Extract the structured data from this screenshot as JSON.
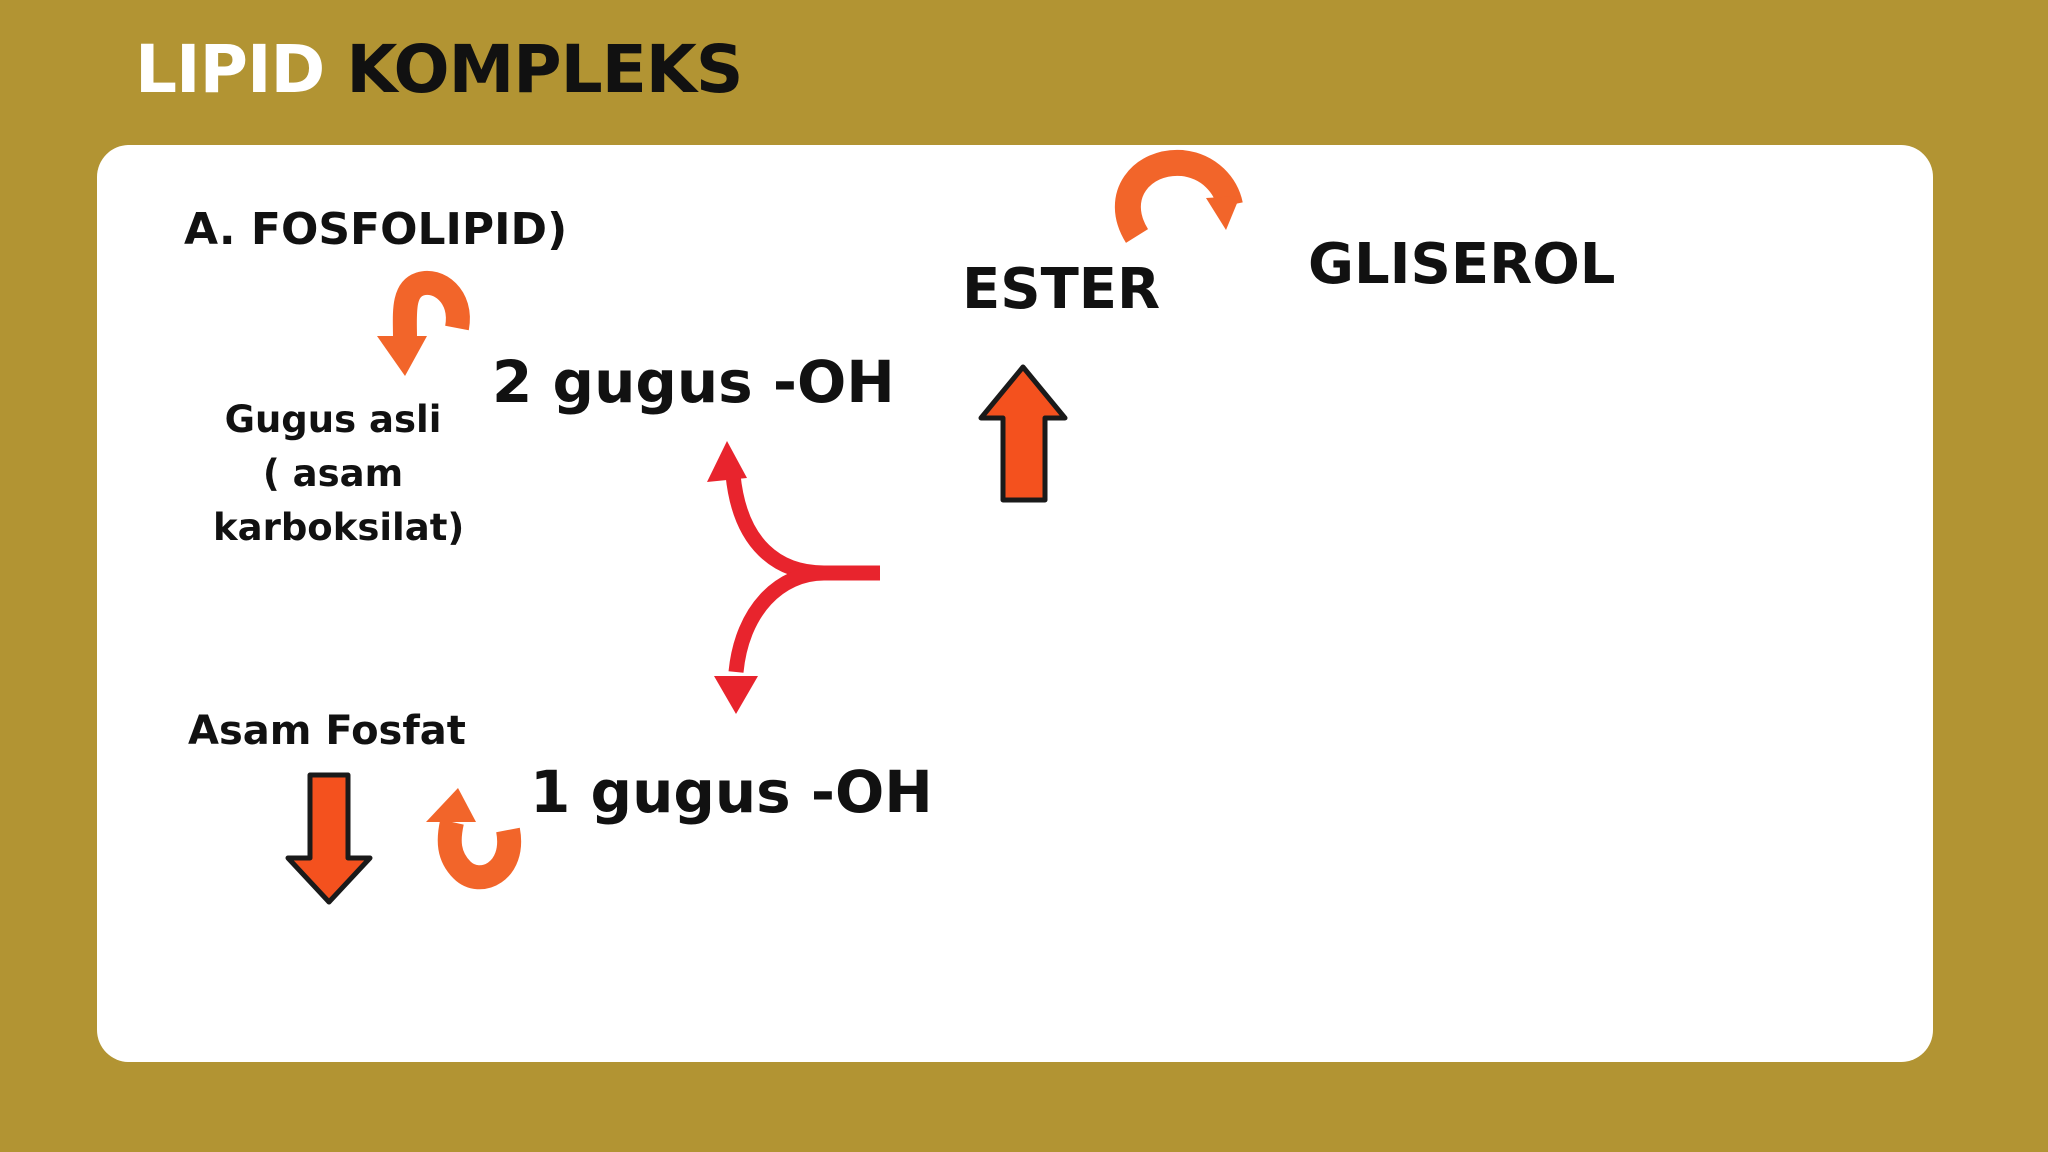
{
  "slide": {
    "title_part1": "LIPID",
    "title_part2": "KOMPLEKS"
  },
  "diagram": {
    "section_heading": "A. FOSFOLIPID)",
    "ester": "ESTER",
    "gliserol": "GLISEROL",
    "gugus_2_oh": "2 gugus -OH",
    "gugus_1_oh": "1 gugus -OH",
    "gugus_asli_lines": [
      "Gugus asli",
      "( asam",
      "karboksilat)"
    ],
    "asam_fosfat": "Asam Fosfat"
  },
  "colors": {
    "background": "#b29433",
    "card": "#ffffff",
    "text": "#111111",
    "title_accent": "#ffffff",
    "curved_arrow": "#f2652a",
    "block_arrow_fill": "#f4511e",
    "block_arrow_stroke": "#1a1a1a",
    "fork_arrow": "#e8242d"
  },
  "icons": {
    "curved_arrows": "curved-arrow-icon",
    "block_arrows": "block-arrow-icon",
    "fork_arrow": "split-arrow-icon"
  }
}
